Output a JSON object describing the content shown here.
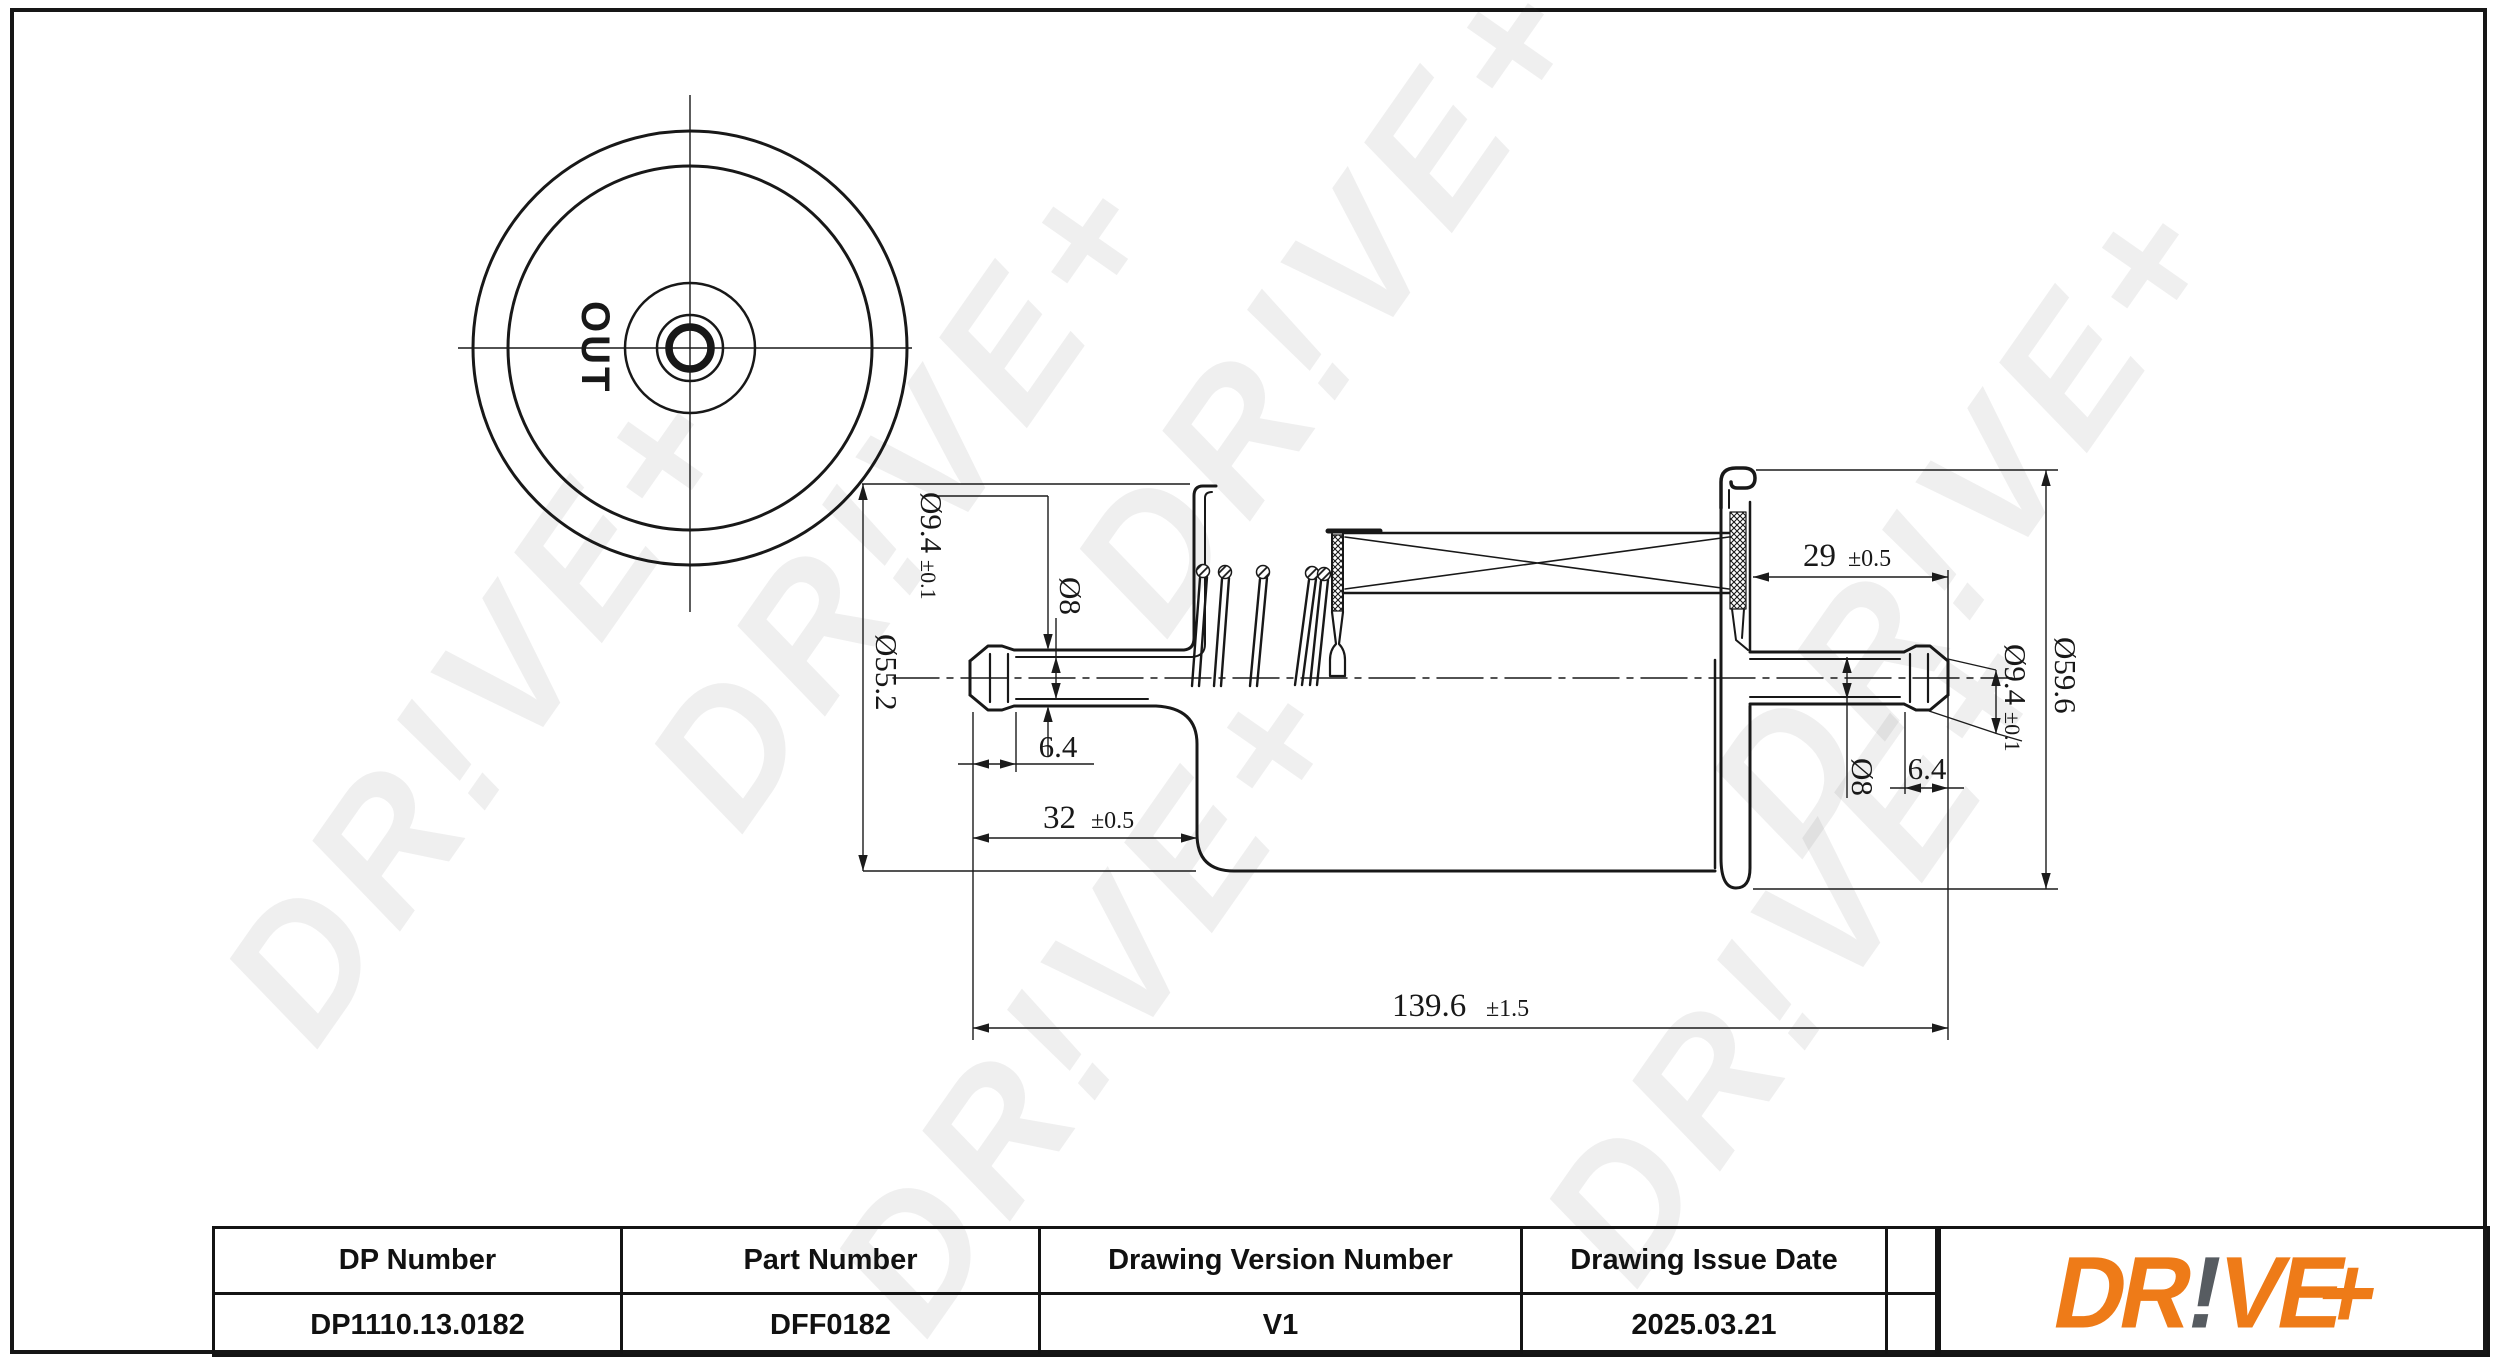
{
  "drawing": {
    "front_view_label": "OUT",
    "watermark_text": "DR!VE+"
  },
  "dimensions": {
    "body_diameter_left": "Ø55.2",
    "port_od_left_main": "Ø9.4",
    "port_od_left_tol": "±0.1",
    "port_id_left": "Ø8",
    "barb_length_left": "6.4",
    "port_section_left_main": "32",
    "port_section_left_tol": "±0.5",
    "total_length_main": "139.6",
    "total_length_tol": "±1.5",
    "port_section_right_main": "29",
    "port_section_right_tol": "±0.5",
    "port_od_right_main": "Ø9.4",
    "port_od_right_tol": "±0.1",
    "port_id_right": "Ø8",
    "barb_length_right": "6.4",
    "cap_diameter_right": "Ø59.6"
  },
  "title_block": {
    "columns": [
      {
        "header": "DP Number",
        "value": "DP1110.13.0182"
      },
      {
        "header": "Part Number",
        "value": "DFF0182"
      },
      {
        "header": "Drawing Version Number",
        "value": "V1"
      },
      {
        "header": "Drawing Issue Date",
        "value": "2025.03.21"
      }
    ]
  },
  "logo": {
    "dr": "DR",
    "excl": "!",
    "ve": "VE",
    "plus": "+"
  },
  "colors": {
    "logo_orange": "#ee7b18",
    "logo_gray": "#575c61",
    "line": "#181818"
  }
}
